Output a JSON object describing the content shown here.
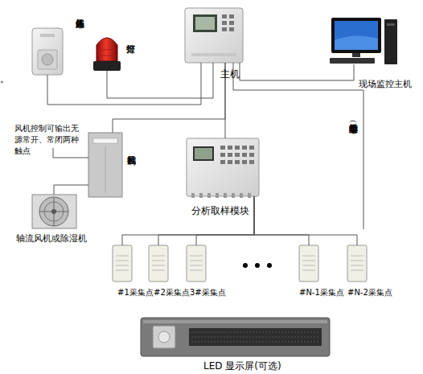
{
  "diagram": {
    "nodes": [
      {
        "text": [
          "红外人体感应器"
        ]
      },
      {
        "text": [
          "报警灯"
        ]
      },
      {
        "text": [
          "主机"
        ]
      },
      {
        "text": [
          "现场监控主机"
        ]
      },
      {
        "text": [
          "风机控制器"
        ]
      },
      {
        "text": [
          "分析取样模块"
        ]
      },
      {
        "text": [
          "轴流风机或除湿机"
        ]
      },
      {
        "text": [
          "#1采集点"
        ]
      },
      {
        "text": [
          "#2采集点"
        ]
      },
      {
        "text": [
          "3#采集点"
        ]
      },
      {
        "text": [
          "#N-1采集点"
        ]
      },
      {
        "text": [
          "#N-2采集点"
        ]
      },
      {
        "text": [
          "LED 显示屏(可选)"
        ]
      }
    ],
    "edges": [
      {
        "from": 0,
        "to": 2,
        "arrow": "none"
      },
      {
        "from": 1,
        "to": 2,
        "arrow": "none"
      },
      {
        "from": 2,
        "to": 3,
        "arrow": "none"
      },
      {
        "from": 2,
        "to": 4,
        "arrow": "none"
      },
      {
        "from": 2,
        "to": 5,
        "arrow": "none"
      },
      {
        "from": 4,
        "to": 6,
        "arrow": "none"
      },
      {
        "from": 5,
        "to": 7,
        "arrow": "none"
      },
      {
        "from": 5,
        "to": 8,
        "arrow": "none"
      },
      {
        "from": 5,
        "to": 9,
        "arrow": "none"
      },
      {
        "from": 5,
        "to": 10,
        "arrow": "none"
      },
      {
        "from": 5,
        "to": 11,
        "arrow": "none"
      }
    ],
    "labels": [
      "。",
      "风机控制可输出无源常开、常闭两种触点",
      "集控中心（远动报警）"
    ]
  }
}
